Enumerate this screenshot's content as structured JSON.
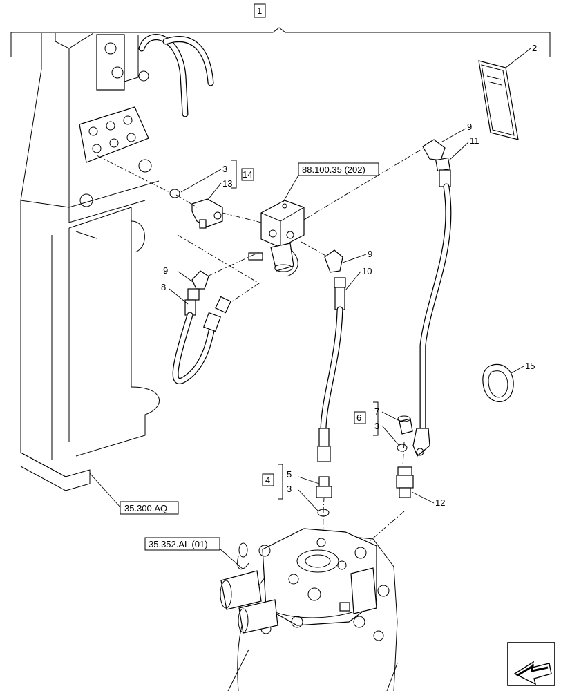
{
  "callouts": {
    "c1": "1",
    "c2": "2",
    "c3a": "3",
    "c3b": "3",
    "c3c": "3",
    "c4": "4",
    "c5": "5",
    "c6": "6",
    "c7": "7",
    "c8": "8",
    "c9a": "9",
    "c9b": "9",
    "c9c": "9",
    "c10": "10",
    "c11": "11",
    "c12": "12",
    "c13": "13",
    "c14": "14",
    "c15": "15"
  },
  "references": {
    "valve_ref": "88.100.35 (202)",
    "frame_ref": "35.300.AQ",
    "motor_ref": "35.352.AL (01)"
  },
  "icons": {
    "nav": "arrow-next-icon"
  }
}
